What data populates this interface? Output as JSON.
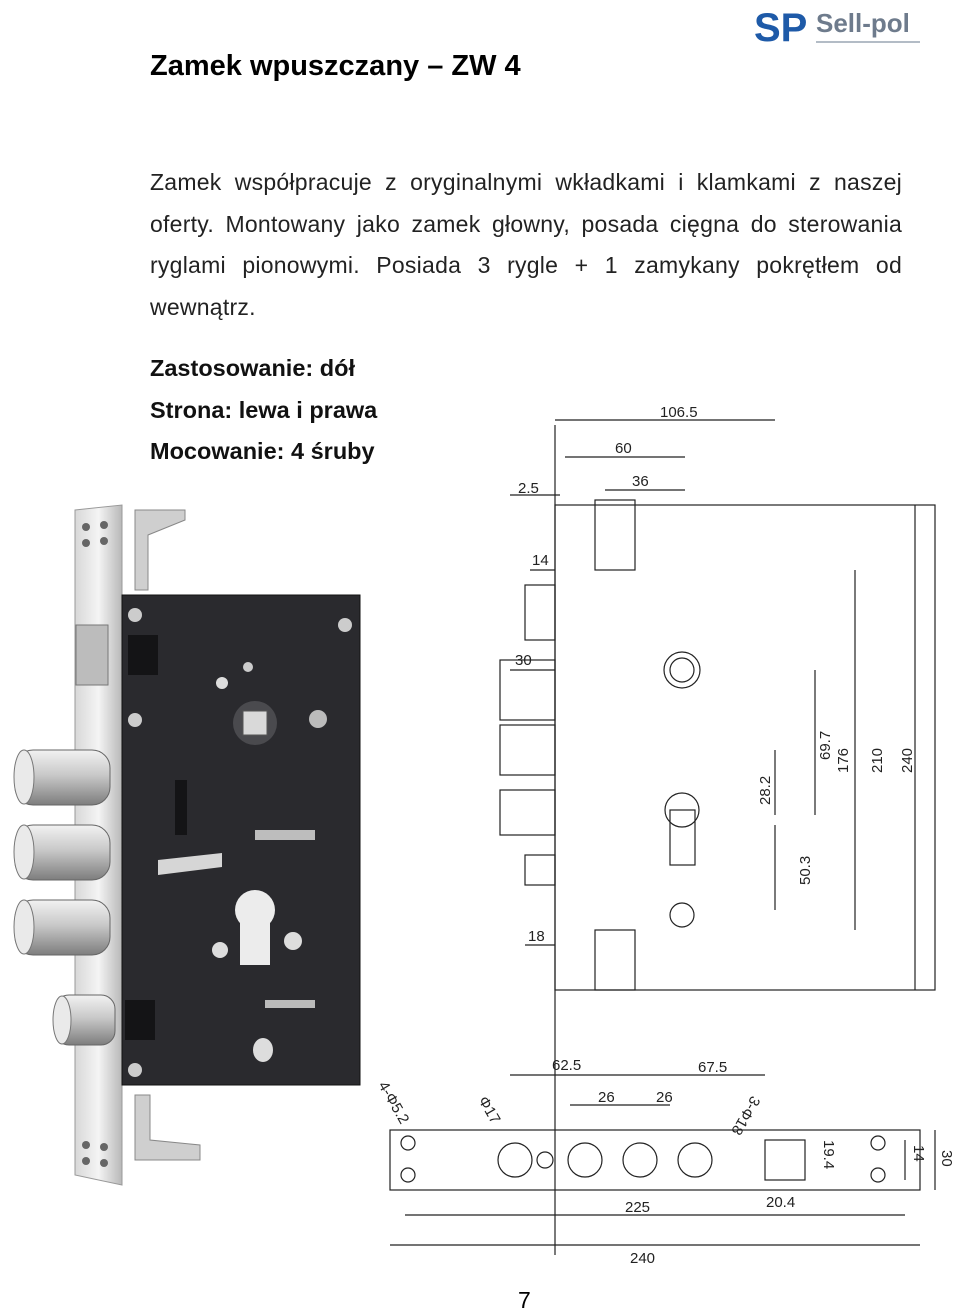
{
  "header": {
    "title": "Zamek wpuszczany – ZW 4",
    "logo_symbol": "SP",
    "logo_text": "Sell-pol",
    "brand_colors": {
      "logo_blue": "#1e5aa8",
      "logo_text": "#6e7b8c"
    }
  },
  "body": {
    "description": "Zamek współpracuje z oryginalnymi wkładkami i klamkami z naszej oferty. Montowany jako zamek głowny, posada cięgna do sterowania ryglami pionowymi. Posiada 3 rygle + 1 zamykany pokrętłem od wewnątrz.",
    "specs": [
      {
        "text": "Zastosowanie: dół"
      },
      {
        "text": "Strona: lewa i prawa"
      },
      {
        "text": "Mocowanie: 4 śruby"
      }
    ]
  },
  "drawing": {
    "dims_side": [
      "106.5",
      "60",
      "36",
      "2.5",
      "14",
      "30",
      "18",
      "69.7",
      "28.2",
      "50.3",
      "176",
      "210",
      "240"
    ],
    "dims_front": [
      "62.5",
      "67.5",
      "26",
      "26",
      "4-Φ5.2",
      "Φ17",
      "3-Φ18",
      "225",
      "20.4",
      "240",
      "19.4",
      "14",
      "30"
    ]
  },
  "footer": {
    "page_number": "7"
  }
}
